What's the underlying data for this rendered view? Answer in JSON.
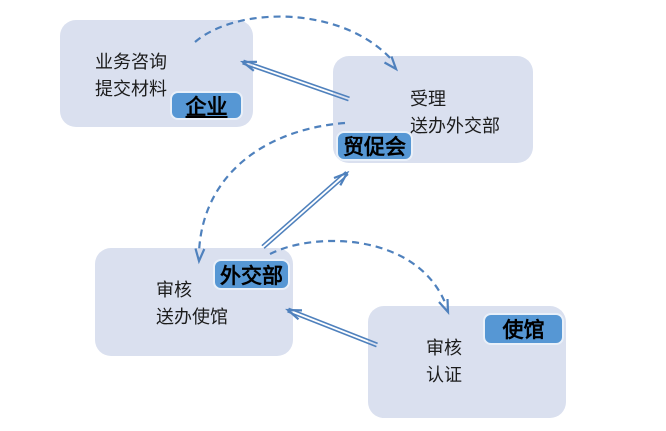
{
  "diagram": {
    "type": "flowchart",
    "background": "#ffffff",
    "colors": {
      "node_fill": "#dae0ef",
      "badge_fill": "#5697d4",
      "badge_border": "#e9f0f9",
      "arrow": "#4f81bd",
      "text": "#1c1c1c"
    },
    "nodes": [
      {
        "id": "enterprise",
        "badge": "企业",
        "badge_underline": true,
        "lines": [
          "业务咨询",
          "提交材料"
        ]
      },
      {
        "id": "ccpit",
        "badge": "贸促会",
        "badge_underline": false,
        "lines": [
          "受理",
          "送办外交部"
        ]
      },
      {
        "id": "mofa",
        "badge": "外交部",
        "badge_underline": false,
        "lines": [
          "审核",
          "送办使馆"
        ]
      },
      {
        "id": "embassy",
        "badge": "使馆",
        "badge_underline": false,
        "lines": [
          "审核",
          "认证"
        ]
      }
    ],
    "connections": [
      {
        "from": "企业",
        "to": "贸促会",
        "style": "dashed-curve"
      },
      {
        "from": "贸促会",
        "to": "企业",
        "style": "solid-double-line"
      },
      {
        "from": "贸促会",
        "to": "外交部",
        "style": "dashed-curve"
      },
      {
        "from": "外交部",
        "to": "贸促会",
        "style": "solid-double-line"
      },
      {
        "from": "外交部",
        "to": "使馆",
        "style": "dashed-curve"
      },
      {
        "from": "使馆",
        "to": "外交部",
        "style": "solid-double-line"
      }
    ]
  }
}
